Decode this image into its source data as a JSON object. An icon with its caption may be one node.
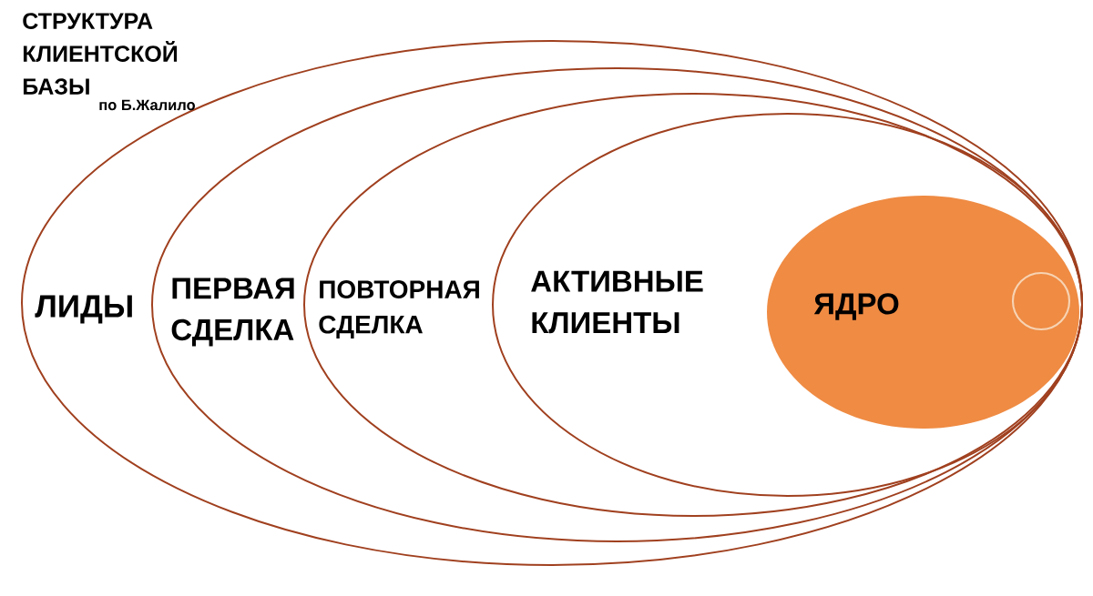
{
  "diagram": {
    "title": "СТРУКТУРА КЛИЕНТСКОЙ БАЗЫ",
    "nodes": [
      {
        "text": [
          "ЛИДЫ"
        ]
      },
      {
        "text": [
          "ПЕРВАЯ СДЕЛКА"
        ],
        "in": 0
      },
      {
        "text": [
          "ПОВТОРНАЯ СДЕЛКА"
        ],
        "in": 1
      },
      {
        "text": [
          "АКТИВНЫЕ КЛИЕНТЫ"
        ],
        "in": 2
      },
      {
        "text": [
          "ЯДРО"
        ],
        "in": 3
      },
      {
        "text": [],
        "shape": "circle",
        "in": 4
      }
    ],
    "labels": [
      "по Б.Жалило"
    ]
  }
}
